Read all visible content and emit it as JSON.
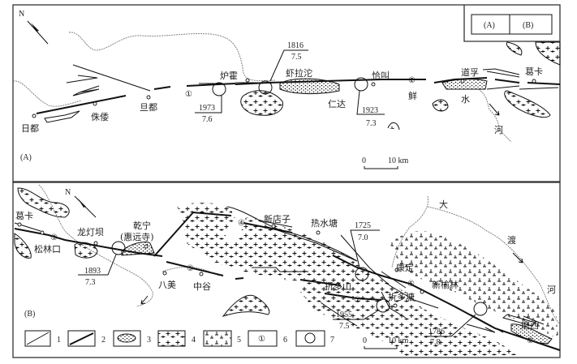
{
  "index_inset": {
    "left": "(A)",
    "right": "(B)"
  },
  "panel_a": {
    "label": "(A)",
    "north": "N",
    "places": [
      "日都",
      "侏倭",
      "旦都",
      "炉霍",
      "虾拉沱",
      "仁达",
      "恰叫",
      "道孚",
      "葛卡"
    ],
    "river": [
      "鲜",
      "水",
      "河"
    ],
    "fault_numbers": [
      "①",
      "②"
    ],
    "earthquakes": [
      {
        "year": "1973",
        "mag": "7.6"
      },
      {
        "year": "1816",
        "mag": "7.5"
      },
      {
        "year": "1923",
        "mag": "7.3"
      }
    ],
    "scale": {
      "zero": "0",
      "end": "10 km"
    }
  },
  "panel_b": {
    "label": "(B)",
    "north": "N",
    "places": [
      "葛卡",
      "龙灯坝",
      "乾宁",
      "(惠远寺)",
      "松林口",
      "八美",
      "中谷",
      "新店子",
      "热水塘",
      "康定",
      "新榆林",
      "折多山",
      "折多塘",
      "磨西"
    ],
    "river": [
      "大",
      "渡",
      "河"
    ],
    "fault_numbers": [
      "③",
      "④",
      "⑤",
      "⑥",
      "⑦",
      "⑧"
    ],
    "earthquakes": [
      {
        "year": "1893",
        "mag": "7.3"
      },
      {
        "year": "1725",
        "mag": "7.0"
      },
      {
        "year": "1955",
        "mag": "7.5"
      },
      {
        "year": "1786",
        "mag": "7.8"
      }
    ],
    "scale": {
      "zero": "0",
      "end": "10 km"
    }
  },
  "legend": [
    {
      "num": "1",
      "symbol": "thin-fault-line",
      "glyph": ""
    },
    {
      "num": "2",
      "symbol": "major-fault-line",
      "glyph": ""
    },
    {
      "num": "3",
      "symbol": "basin-sediment",
      "glyph": ""
    },
    {
      "num": "4",
      "symbol": "granite",
      "glyph": ""
    },
    {
      "num": "5",
      "symbol": "intrusive-rock",
      "glyph": ""
    },
    {
      "num": "6",
      "symbol": "fault-number",
      "glyph": "①"
    },
    {
      "num": "7",
      "symbol": "epicenter-circle",
      "glyph": ""
    }
  ],
  "colors": {
    "ink": "#111111",
    "river": "#777777",
    "background": "#ffffff"
  }
}
